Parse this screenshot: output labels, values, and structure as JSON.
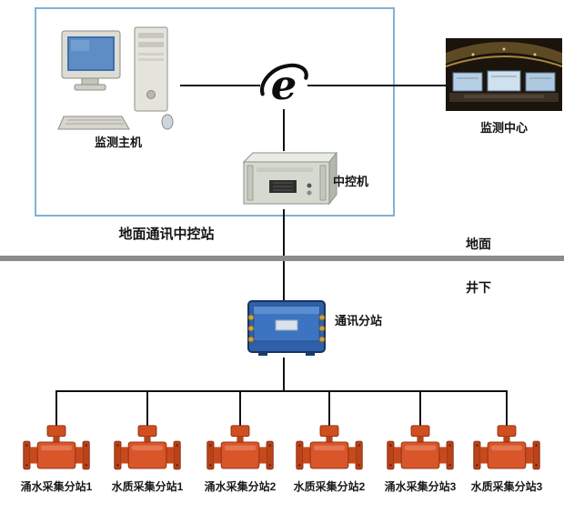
{
  "diagram": {
    "ground_station_title": "地面通讯中控站",
    "monitor_host": "监测主机",
    "monitor_center": "监测中心",
    "central_control_unit": "中控机",
    "surface": "地面",
    "underground": "井下",
    "comm_substation": "通讯分站"
  },
  "substations": [
    {
      "label": "涌水采集分站1"
    },
    {
      "label": "水质采集分站1"
    },
    {
      "label": "涌水采集分站2"
    },
    {
      "label": "水质采集分站2"
    },
    {
      "label": "涌水采集分站3"
    },
    {
      "label": "水质采集分站3"
    }
  ],
  "icons": {
    "internet": "e-network-logo",
    "computer": "desktop-computer",
    "server": "rack-server",
    "monitor_room": "control-room-photo",
    "substation": "mining-comm-substation",
    "sensor": "flow-sensor"
  },
  "colors": {
    "box_border": "#7fb2d9",
    "divider": "#8c8c8c",
    "line": "#111111",
    "sensor_orange": "#d8562a",
    "substation_blue": "#2f5fa8"
  }
}
